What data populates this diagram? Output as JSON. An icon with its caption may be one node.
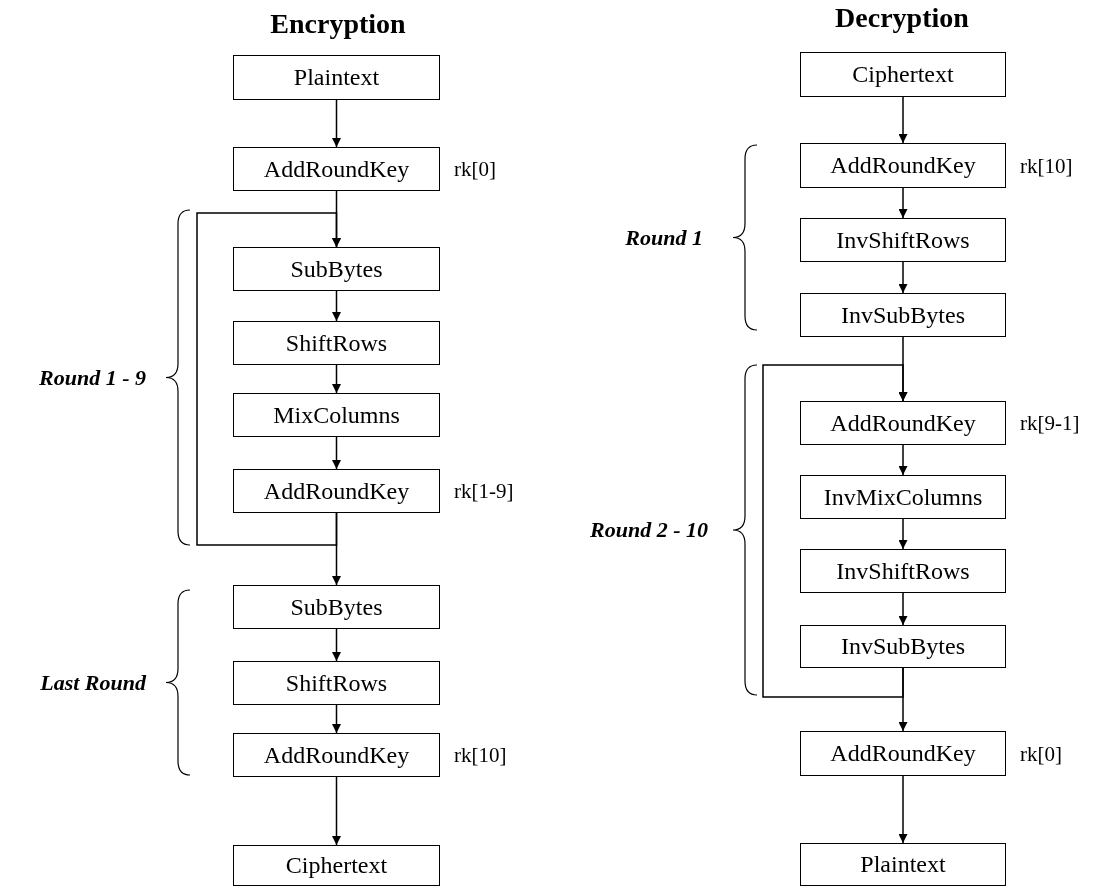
{
  "diagram": {
    "nodes": [
      {
        "text": [
          "Plaintext"
        ]
      },
      {
        "text": [
          "AddRoundKey"
        ],
        "beside": [
          "rk[0]"
        ]
      },
      {
        "text": [
          "SubBytes"
        ]
      },
      {
        "text": [
          "ShiftRows"
        ]
      },
      {
        "text": [
          "MixColumns"
        ]
      },
      {
        "text": [
          "AddRoundKey"
        ],
        "beside": [
          "rk[1-9]"
        ]
      },
      {
        "text": [
          "SubBytes"
        ]
      },
      {
        "text": [
          "ShiftRows"
        ]
      },
      {
        "text": [
          "AddRoundKey"
        ],
        "beside": [
          "rk[10]"
        ]
      },
      {
        "text": [
          "Ciphertext"
        ]
      },
      {
        "text": [
          "Ciphertext"
        ]
      },
      {
        "text": [
          "AddRoundKey"
        ],
        "beside": [
          "rk[10]"
        ]
      },
      {
        "text": [
          "InvShiftRows"
        ]
      },
      {
        "text": [
          "InvSubBytes"
        ]
      },
      {
        "text": [
          "AddRoundKey"
        ],
        "beside": [
          "rk[9-1]"
        ]
      },
      {
        "text": [
          "InvMixColumns"
        ]
      },
      {
        "text": [
          "InvShiftRows"
        ]
      },
      {
        "text": [
          "InvSubBytes"
        ]
      },
      {
        "text": [
          "AddRoundKey"
        ],
        "beside": [
          "rk[0]"
        ]
      },
      {
        "text": [
          "Plaintext"
        ]
      }
    ],
    "edges": [
      {
        "from": 0,
        "to": 1,
        "arrow": "to"
      },
      {
        "from": 1,
        "to": 2,
        "arrow": "to"
      },
      {
        "from": 2,
        "to": 3,
        "arrow": "to"
      },
      {
        "from": 3,
        "to": 4,
        "arrow": "to"
      },
      {
        "from": 4,
        "to": 5,
        "arrow": "to"
      },
      {
        "from": 5,
        "to": 2,
        "arrow": "to"
      },
      {
        "from": 5,
        "to": 6,
        "arrow": "to"
      },
      {
        "from": 6,
        "to": 7,
        "arrow": "to"
      },
      {
        "from": 7,
        "to": 8,
        "arrow": "to"
      },
      {
        "from": 8,
        "to": 9,
        "arrow": "to"
      },
      {
        "from": 10,
        "to": 11,
        "arrow": "to"
      },
      {
        "from": 11,
        "to": 12,
        "arrow": "to"
      },
      {
        "from": 12,
        "to": 13,
        "arrow": "to"
      },
      {
        "from": 13,
        "to": 14,
        "arrow": "to"
      },
      {
        "from": 14,
        "to": 15,
        "arrow": "to"
      },
      {
        "from": 15,
        "to": 16,
        "arrow": "to"
      },
      {
        "from": 16,
        "to": 17,
        "arrow": "to"
      },
      {
        "from": 17,
        "to": 14,
        "arrow": "to"
      },
      {
        "from": 17,
        "to": 18,
        "arrow": "to"
      },
      {
        "from": 18,
        "to": 19,
        "arrow": "to"
      }
    ],
    "labels": [
      "Encryption",
      "Decryption",
      "Round 1 - 9",
      "Last Round",
      "Round 1",
      "Round 2 - 10"
    ]
  }
}
